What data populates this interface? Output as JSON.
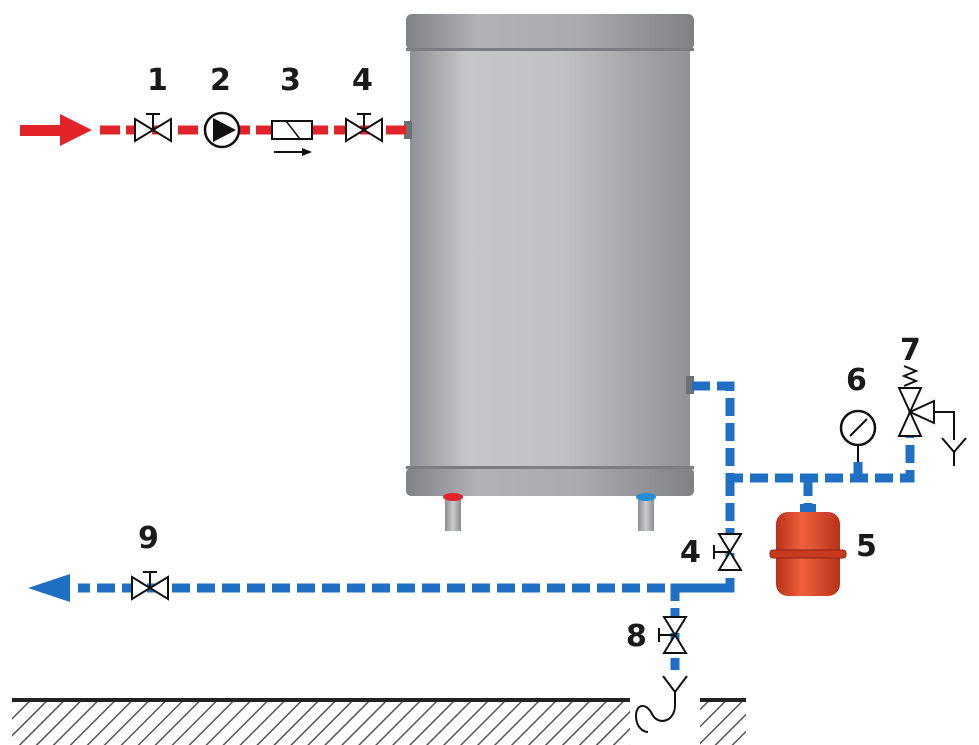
{
  "labels": {
    "valve_in_1": "1",
    "pump": "2",
    "flow_meter": "3",
    "valve_in_4": "4",
    "expansion_tank": "5",
    "pressure_gauge": "6",
    "safety_valve": "7",
    "drain_valve": "8",
    "valve_out": "9",
    "valve_cold_4": "4"
  },
  "colors": {
    "hot_pipe": "#e2232a",
    "cold_pipe": "#1f6fc5",
    "tank_body": "#b8babd",
    "expansion_tank": "#e14a2a",
    "ground_hatch": "#444444"
  }
}
